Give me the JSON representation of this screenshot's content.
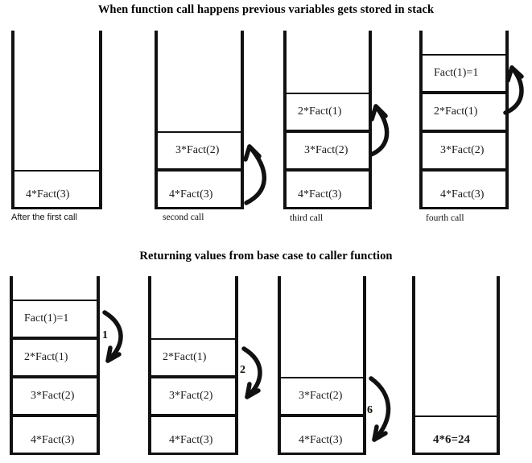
{
  "titles": {
    "top": "When function call happens previous variables gets stored in stack",
    "bottom": "Returning values from base case to caller function"
  },
  "colors": {
    "ink": "#111111",
    "box_border": "#111111",
    "text": "#1a1a1a",
    "background": "#ffffff"
  },
  "section_push": {
    "stacks": [
      {
        "caption": "After the first call",
        "caption_font": "sans",
        "cells": [
          "4*Fact(3)"
        ],
        "arrow": null
      },
      {
        "caption": "second call",
        "caption_font": "serif",
        "cells": [
          "3*Fact(2)",
          "4*Fact(3)"
        ],
        "arrow": {
          "direction": "up",
          "label": ""
        }
      },
      {
        "caption": "third call",
        "caption_font": "serif",
        "cells": [
          "2*Fact(1)",
          "3*Fact(2)",
          "4*Fact(3)"
        ],
        "arrow": {
          "direction": "up",
          "label": ""
        }
      },
      {
        "caption": "fourth call",
        "caption_font": "serif",
        "cells": [
          "Fact(1)=1",
          "2*Fact(1)",
          "3*Fact(2)",
          "4*Fact(3)"
        ],
        "arrow": {
          "direction": "up",
          "label": ""
        }
      }
    ]
  },
  "section_return": {
    "stacks": [
      {
        "caption": "",
        "cells": [
          "Fact(1)=1",
          "2*Fact(1)",
          "3*Fact(2)",
          "4*Fact(3)"
        ],
        "arrow": {
          "direction": "down",
          "label": "1"
        }
      },
      {
        "caption": "",
        "cells": [
          "2*Fact(1)",
          "3*Fact(2)",
          "4*Fact(3)"
        ],
        "arrow": {
          "direction": "down",
          "label": "2"
        }
      },
      {
        "caption": "",
        "cells": [
          "3*Fact(2)",
          "4*Fact(3)"
        ],
        "arrow": {
          "direction": "down",
          "label": "6"
        }
      },
      {
        "caption": "",
        "cells": [
          "4*6=24"
        ],
        "arrow": null
      }
    ]
  }
}
